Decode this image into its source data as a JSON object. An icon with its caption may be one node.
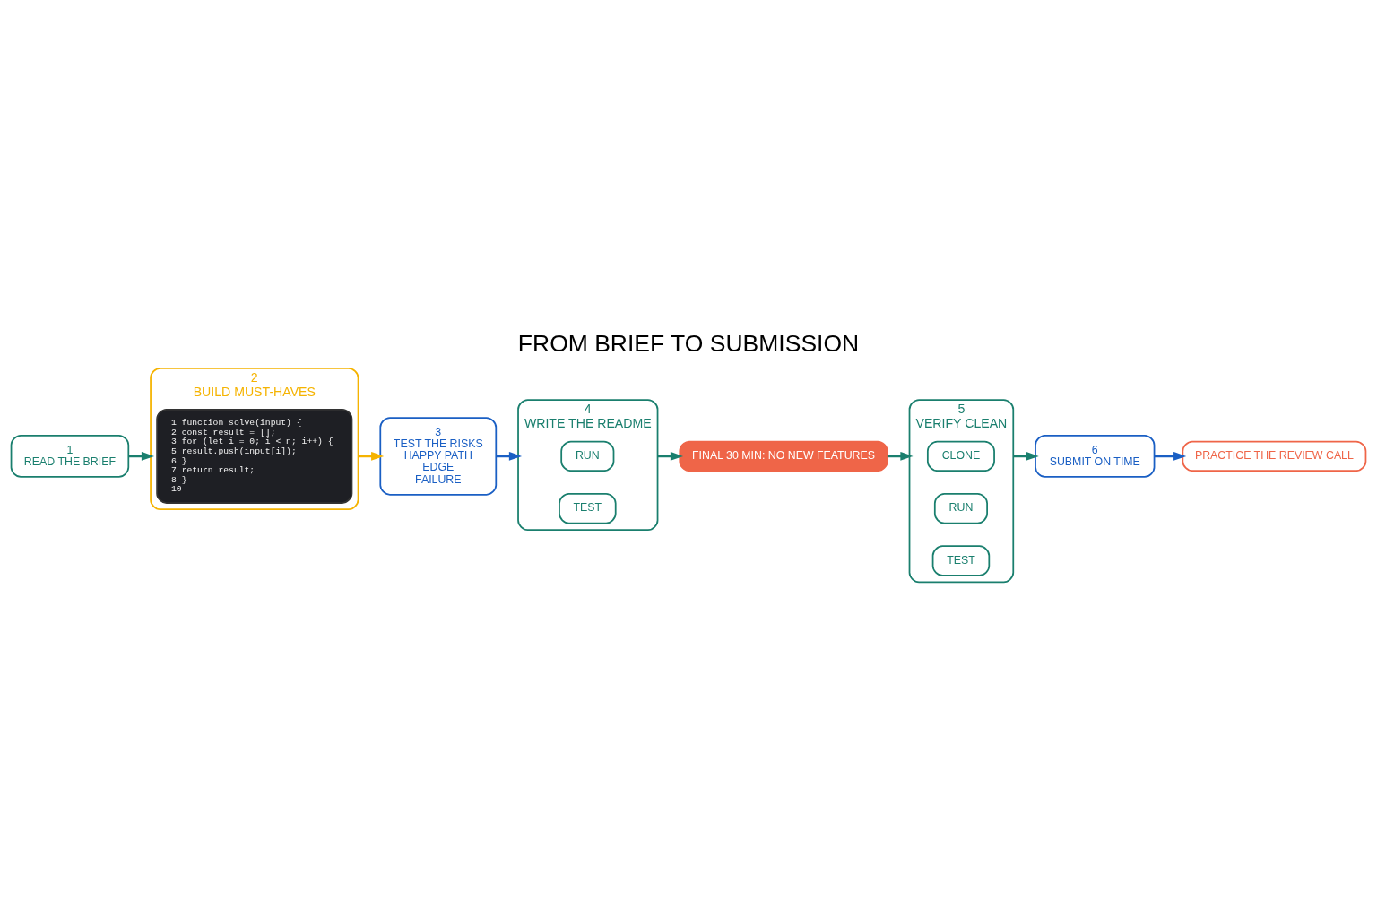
{
  "diagram": {
    "title": "FROM BRIEF TO SUBMISSION",
    "nodes": [
      {
        "text": [
          "1",
          "READ THE BRIEF"
        ]
      },
      {
        "text": [
          "2",
          "BUILD MUST-HAVES"
        ]
      },
      {
        "text": [
          "1 function solve(input) {",
          "2 const result = [];",
          "3 for (let i = 0; i < n; i++) {",
          "5 result.push(input[i]);",
          "6 }",
          "7 return result;",
          "8 }",
          "10"
        ],
        "in": 1
      },
      {
        "text": [
          "3",
          "TEST THE RISKS",
          "HAPPY PATH",
          "EDGE",
          "FAILURE"
        ]
      },
      {
        "text": [
          "4",
          "WRITE THE README"
        ]
      },
      {
        "text": [
          "RUN"
        ],
        "in": 4
      },
      {
        "text": [
          "TEST"
        ],
        "in": 4
      },
      {
        "text": [
          "FINAL 30 MIN: NO NEW FEATURES"
        ]
      },
      {
        "text": [
          "5",
          "VERIFY CLEAN"
        ]
      },
      {
        "text": [
          "CLONE"
        ],
        "in": 8
      },
      {
        "text": [
          "RUN"
        ],
        "in": 8
      },
      {
        "text": [
          "TEST"
        ],
        "in": 8
      },
      {
        "text": [
          "6",
          "SUBMIT ON TIME"
        ]
      },
      {
        "text": [
          "PRACTICE THE REVIEW CALL"
        ]
      }
    ],
    "edges": [
      {
        "from": 0,
        "to": 1,
        "arrow": "to"
      },
      {
        "from": 1,
        "to": 3,
        "arrow": "to",
        "color": "#f5b301"
      },
      {
        "from": 3,
        "to": 4,
        "arrow": "to",
        "color": "#1a5fc4"
      },
      {
        "from": 4,
        "to": 7,
        "arrow": "to"
      },
      {
        "from": 7,
        "to": 8,
        "arrow": "to"
      },
      {
        "from": 8,
        "to": 12,
        "arrow": "to"
      },
      {
        "from": 12,
        "to": 13,
        "arrow": "to",
        "color": "#1a5fc4"
      }
    ]
  }
}
